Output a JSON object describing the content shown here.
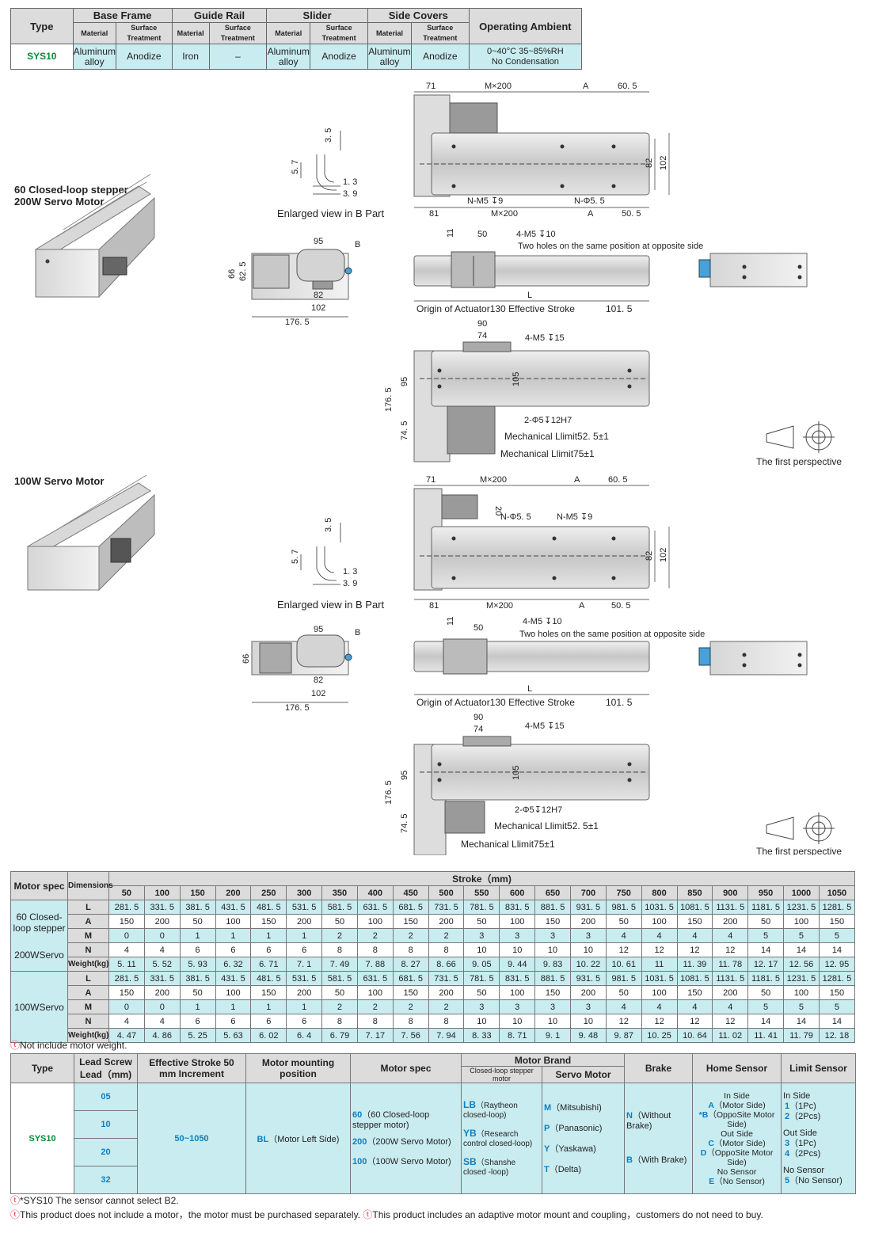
{
  "spec_table": {
    "type_header": "Type",
    "groups": [
      "Base Frame",
      "Guide Rail",
      "Slider",
      "Side Covers"
    ],
    "sub_material": "Material",
    "sub_surface": "Surface Treatment",
    "ambient_header": "Operating Ambient",
    "type_value": "SYS10",
    "base_material": "Aluminum alloy",
    "base_surface": "Anodize",
    "rail_material": "Iron",
    "rail_surface": "–",
    "slider_material": "Aluminum alloy",
    "slider_surface": "Anodize",
    "cover_material": "Aluminum alloy",
    "cover_surface": "Anodize",
    "ambient_line1": "0~40°C    35~85%RH",
    "ambient_line2": "No Condensation"
  },
  "section1": {
    "title_line1": "60 Closed-loop stepper",
    "title_line2": "200W Servo Motor"
  },
  "section2": {
    "title": "100W Servo Motor"
  },
  "drawing": {
    "dim_71": "71",
    "dim_m200": "M×200",
    "dim_a": "A",
    "dim_60_5": "60. 5",
    "dim_81": "81",
    "dim_50_5": "50. 5",
    "dim_82": "82",
    "dim_102": "102",
    "n_m5": "N-M5  ↧9",
    "n_phi": "N-Φ5. 5",
    "enlarged": "Enlarged view in B Part",
    "dim_3_5": "3. 5",
    "dim_5_7": "5. 7",
    "dim_1_3": "1. 3",
    "dim_3_9": "3. 9",
    "dim_95": "95",
    "dim_b": "B",
    "dim_66": "66",
    "dim_62_5": "62. 5",
    "dim_176_5": "176. 5",
    "dim_11": "11",
    "dim_50": "50",
    "m5_10": "4-M5 ↧10",
    "two_holes": "Two holes on the same position at opposite side",
    "dim_l": "L",
    "origin": "Origin of Actuator130  Effective Stroke",
    "origin2": "Origin of Actuator130 Effective Stroke",
    "dim_101_5": "101. 5",
    "dim_90": "90",
    "dim_74": "74",
    "m5_15": "4-M5 ↧15",
    "dim_105": "105",
    "dim_74_5": "74. 5",
    "phi5": "2-Φ5↧12H7",
    "mech52": "Mechanical Llimit52. 5±1",
    "mech75": "Mechanical Llimit75±1",
    "dim_20": "20",
    "first_perspective": "The first perspective"
  },
  "dim_table": {
    "motor_spec": "Motor spec",
    "dimensions": "Dimensions",
    "stroke_label": "Stroke（mm)",
    "strokes": [
      "50",
      "100",
      "150",
      "200",
      "250",
      "300",
      "350",
      "400",
      "450",
      "500",
      "550",
      "600",
      "650",
      "700",
      "750",
      "800",
      "850",
      "900",
      "950",
      "1000",
      "1050"
    ],
    "group1_name_a": "60 Closed-loop stepper",
    "group1_name_b": "200WServo",
    "group2_name": "100WServo",
    "row_labels": [
      "L",
      "A",
      "M",
      "N",
      "Weight(kg)"
    ],
    "g1": {
      "L": [
        "281. 5",
        "331. 5",
        "381. 5",
        "431. 5",
        "481. 5",
        "531. 5",
        "581. 5",
        "631. 5",
        "681. 5",
        "731. 5",
        "781. 5",
        "831. 5",
        "881. 5",
        "931. 5",
        "981. 5",
        "1031. 5",
        "1081. 5",
        "1131. 5",
        "1181. 5",
        "1231. 5",
        "1281. 5"
      ],
      "A": [
        "150",
        "200",
        "50",
        "100",
        "150",
        "200",
        "50",
        "100",
        "150",
        "200",
        "50",
        "100",
        "150",
        "200",
        "50",
        "100",
        "150",
        "200",
        "50",
        "100",
        "150"
      ],
      "M": [
        "0",
        "0",
        "1",
        "1",
        "1",
        "1",
        "2",
        "2",
        "2",
        "2",
        "3",
        "3",
        "3",
        "3",
        "4",
        "4",
        "4",
        "4",
        "5",
        "5",
        "5"
      ],
      "N": [
        "4",
        "4",
        "6",
        "6",
        "6",
        "6",
        "8",
        "8",
        "8",
        "8",
        "10",
        "10",
        "10",
        "10",
        "12",
        "12",
        "12",
        "12",
        "14",
        "14",
        "14"
      ],
      "W": [
        "5. 11",
        "5. 52",
        "5. 93",
        "6. 32",
        "6. 71",
        "7. 1",
        "7. 49",
        "7. 88",
        "8. 27",
        "8. 66",
        "9. 05",
        "9. 44",
        "9. 83",
        "10. 22",
        "10. 61",
        "11",
        "11. 39",
        "11. 78",
        "12. 17",
        "12. 56",
        "12. 95"
      ]
    },
    "g2": {
      "L": [
        "281. 5",
        "331. 5",
        "381. 5",
        "431. 5",
        "481. 5",
        "531. 5",
        "581. 5",
        "631. 5",
        "681. 5",
        "731. 5",
        "781. 5",
        "831. 5",
        "881. 5",
        "931. 5",
        "981. 5",
        "1031. 5",
        "1081. 5",
        "1131. 5",
        "1181. 5",
        "1231. 5",
        "1281. 5"
      ],
      "A": [
        "150",
        "200",
        "50",
        "100",
        "150",
        "200",
        "50",
        "100",
        "150",
        "200",
        "50",
        "100",
        "150",
        "200",
        "50",
        "100",
        "150",
        "200",
        "50",
        "100",
        "150"
      ],
      "M": [
        "0",
        "0",
        "1",
        "1",
        "1",
        "1",
        "2",
        "2",
        "2",
        "2",
        "3",
        "3",
        "3",
        "3",
        "4",
        "4",
        "4",
        "4",
        "5",
        "5",
        "5"
      ],
      "N": [
        "4",
        "4",
        "6",
        "6",
        "6",
        "6",
        "8",
        "8",
        "8",
        "8",
        "10",
        "10",
        "10",
        "10",
        "12",
        "12",
        "12",
        "12",
        "14",
        "14",
        "14"
      ],
      "W": [
        "4. 47",
        "4. 86",
        "5. 25",
        "5. 63",
        "6. 02",
        "6. 4",
        "6. 79",
        "7. 17",
        "7. 56",
        "7. 94",
        "8. 33",
        "8. 71",
        "9. 1",
        "9. 48",
        "9. 87",
        "10. 25",
        "10. 64",
        "11. 02",
        "11. 41",
        "11. 79",
        "12. 18"
      ]
    },
    "footnote": "Not include motor weight."
  },
  "order_table": {
    "type": "Type",
    "lead_screw": "Lead Screw Lead（mm)",
    "eff_stroke": "Effective Stroke 50 mm Increment",
    "mounting": "Motor mounting position",
    "motor_spec": "Motor spec",
    "motor_brand": "Motor Brand",
    "stepper_sub": "Closed-loop stepper motor",
    "servo_sub": "Servo Motor",
    "brake": "Brake",
    "home_sensor": "Home Sensor",
    "limit_sensor": "Limit Sensor",
    "type_val": "SYS10",
    "leads": [
      "05",
      "10",
      "20",
      "32"
    ],
    "stroke_val": "50~1050",
    "mount_code": "BL",
    "mount_desc": "（Motor Left Side)",
    "spec60_code": "60",
    "spec60_desc": "（60 Closed-loop stepper motor)",
    "spec200_code": "200",
    "spec200_desc": "（200W Servo Motor)",
    "spec100_code": "100",
    "spec100_desc": "（100W Servo Motor)",
    "lb_code": "LB",
    "lb_desc": "（Raytheon closed-loop)",
    "yb_code": "YB",
    "yb_desc": "（Research control closed-loop)",
    "sb_code": "SB",
    "sb_desc": "（Shanshe closed -loop)",
    "m_code": "M",
    "m_desc": "（Mitsubishi)",
    "p_code": "P",
    "p_desc": "（Panasonic)",
    "y_code": "Y",
    "y_desc": "（Yaskawa)",
    "t_code": "T",
    "t_desc": "（Delta)",
    "n_code": "N",
    "n_desc": "（Without Brake)",
    "b_code": "B",
    "b_desc": "（With Brake)",
    "h_in": "In Side",
    "h_a_code": "A",
    "h_a_desc": "（Motor Side)",
    "h_b_code": "*B",
    "h_b_desc": "（OppoSite Motor Side)",
    "h_out": "Out Side",
    "h_c_code": "C",
    "h_c_desc": "（Motor Side)",
    "h_d_code": "D",
    "h_d_desc": "（OppoSite Motor Side)",
    "h_none": "No Sensor",
    "h_e_code": "E",
    "h_e_desc": "（No Sensor)",
    "l_in": "In Side",
    "l_1_code": "1",
    "l_1_desc": "（1Pc)",
    "l_2_code": "2",
    "l_2_desc": "（2Pcs)",
    "l_out": "Out Side",
    "l_3_code": "3",
    "l_3_desc": "（1Pc)",
    "l_4_code": "4",
    "l_4_desc": "（2Pcs)",
    "l_none": "No Sensor",
    "l_5_code": "5",
    "l_5_desc": "（No Sensor)"
  },
  "notes": {
    "note1": "*SYS10 The sensor cannot select B2.",
    "note2": "This product does not include a motor，the motor must be purchased separately.",
    "note3": "This product includes an adaptive motor mount and coupling，customers do not need to buy."
  }
}
